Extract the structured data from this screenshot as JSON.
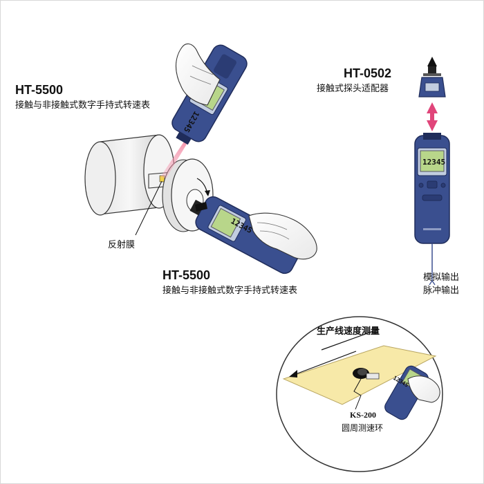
{
  "labels": {
    "ht5500_top": {
      "model": "HT-5500",
      "desc": "接触与非接触式数字手持式转速表"
    },
    "ht5500_bottom": {
      "model": "HT-5500",
      "desc": "接触与非接触式数字手持式转速表"
    },
    "ht0502": {
      "model": "HT-0502",
      "desc": "接触式探头适配器"
    },
    "reflective_film": "反射膜",
    "output_analog": "模拟输出",
    "output_pulse": "脉冲输出",
    "line_speed": "生产线速度测量",
    "ks200_model": "KS-200",
    "ks200_desc": "圆周测速环"
  },
  "displays": {
    "top_device": "12345",
    "bottom_device": "12345",
    "right_device": "12345",
    "inset_device": "12345"
  },
  "colors": {
    "device_blue": "#3a4f8f",
    "device_dark": "#1f2c5a",
    "lcd_green": "#b8d68a",
    "arrow_red": "#e0457a",
    "laser_pink": "#f6a4b8",
    "paper_yellow": "#f7e9a8"
  }
}
